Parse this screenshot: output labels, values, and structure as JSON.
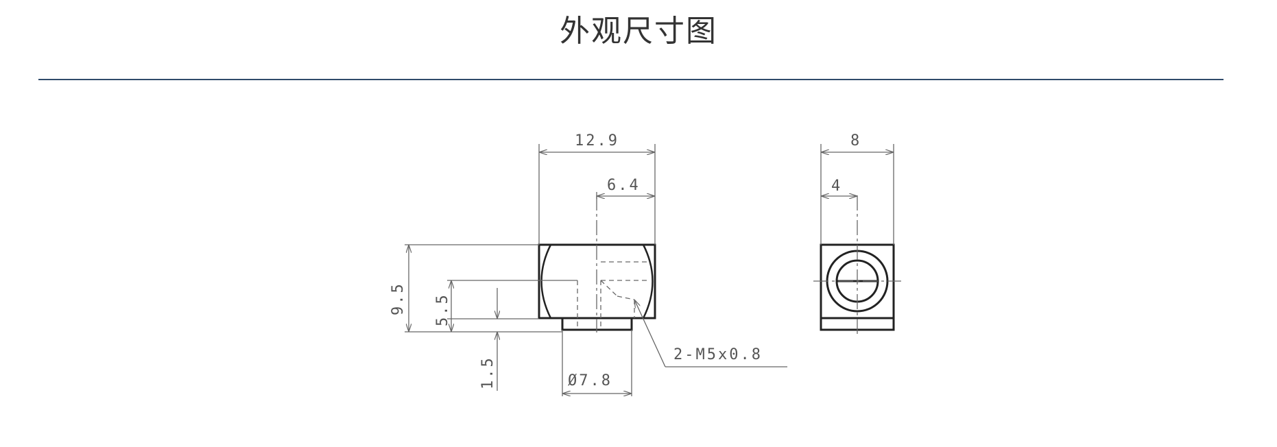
{
  "page": {
    "title": "外观尺寸图"
  },
  "dimensions": {
    "front_width": "12.9",
    "front_center_offset": "6.4",
    "front_height": "9.5",
    "port_height": "5.5",
    "boss_height": "1.5",
    "boss_diameter": "Ø7.8",
    "thread_callout": "2-M5x0.8",
    "side_width": "8",
    "side_center_offset": "4"
  },
  "colors": {
    "rule": "#2f4a6b",
    "outline": "#222222",
    "dimension": "#666666",
    "title_text": "#333333"
  }
}
